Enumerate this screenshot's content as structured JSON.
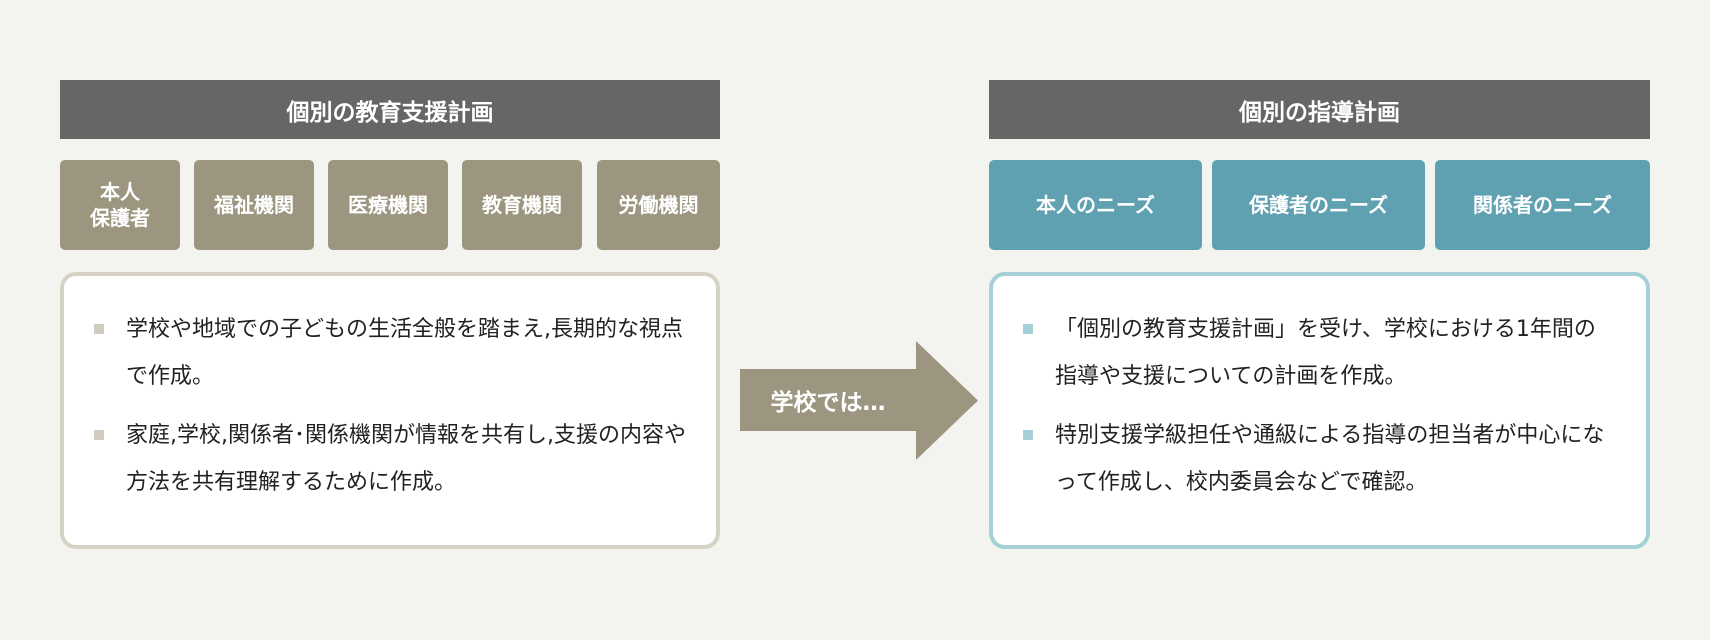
{
  "left": {
    "title": "個別の教育支援計画",
    "boxes": [
      "本人\n保護者",
      "福祉機関",
      "医療機関",
      "教育機関",
      "労働機関"
    ],
    "items": [
      "学校や地域での子どもの生活全般を踏まえ,長期的な視点で作成。",
      "家庭,学校,関係者･関係機関が情報を共有し,支援の内容や方法を共有理解するために作成。"
    ]
  },
  "arrow": {
    "label": "学校では…"
  },
  "right": {
    "title": "個別の指導計画",
    "boxes": [
      "本人のニーズ",
      "保護者のニーズ",
      "関係者のニーズ"
    ],
    "items": [
      "「個別の教育支援計画」を受け、学校における1年間の指導や支援についての計画を作成。",
      "特別支援学級担任や通級による指導の担当者が中心になって作成し、校内委員会などで確認。"
    ]
  },
  "colors": {
    "header": "#666666",
    "tan": "#9c9680",
    "teal": "#5fa1b1",
    "background": "#f3f3ef"
  }
}
